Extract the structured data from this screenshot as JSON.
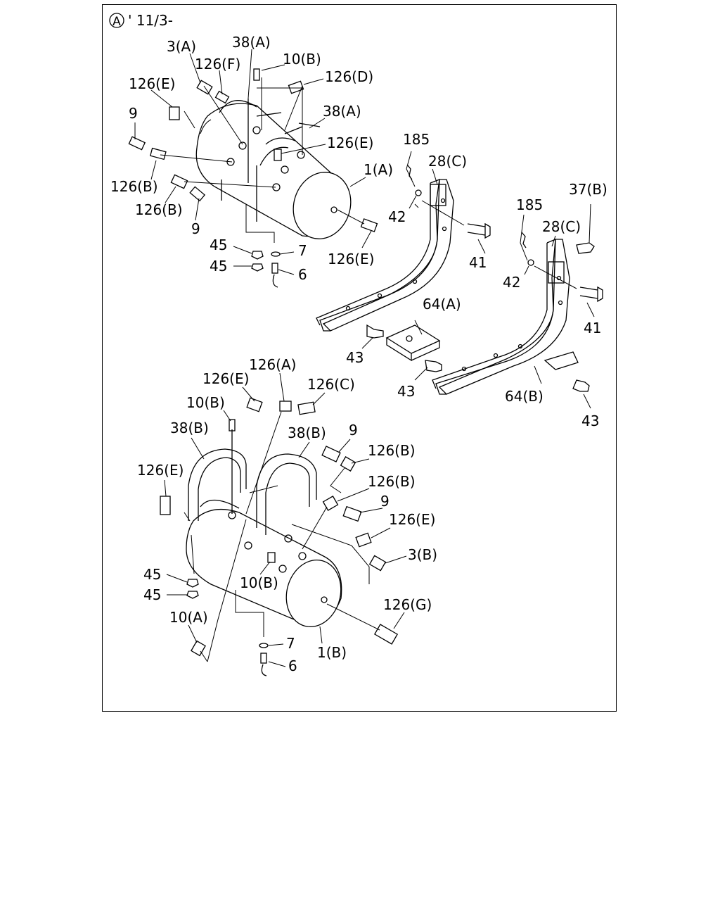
{
  "header": {
    "circle_letter": "A",
    "text": "' 11/3-"
  },
  "labels": {
    "a_3A": "3(A)",
    "a_38A_top": "38(A)",
    "a_10B": "10(B)",
    "a_126F": "126(F)",
    "a_126D": "126(D)",
    "a_126E_left": "126(E)",
    "a_38A_right": "38(A)",
    "a_9_left": "9",
    "a_126E_mid": "126(E)",
    "a_126B_1": "126(B)",
    "a_1A": "1(A)",
    "a_126B_2": "126(B)",
    "a_9_bottom": "9",
    "a_45_1": "45",
    "a_7": "7",
    "a_45_2": "45",
    "a_6": "6",
    "a_126E_bottom": "126(E)",
    "b_185_1": "185",
    "b_28C_1": "28(C)",
    "b_42_1": "42",
    "b_41_1": "41",
    "b_185_2": "185",
    "b_37B": "37(B)",
    "b_28C_2": "28(C)",
    "b_42_2": "42",
    "b_41_2": "41",
    "b_64A": "64(A)",
    "b_43_1": "43",
    "b_43_2": "43",
    "b_64B": "64(B)",
    "b_43_3": "43",
    "c_126A": "126(A)",
    "c_126E_top": "126(E)",
    "c_126C": "126(C)",
    "c_10B_top": "10(B)",
    "c_38B_left": "38(B)",
    "c_38B_right": "38(B)",
    "c_9_top": "9",
    "c_126B_1": "126(B)",
    "c_126E_left": "126(E)",
    "c_126B_2": "126(B)",
    "c_9_mid": "9",
    "c_126E_right": "126(E)",
    "c_3B": "3(B)",
    "c_45_1": "45",
    "c_10B_mid": "10(B)",
    "c_45_2": "45",
    "c_126G": "126(G)",
    "c_10A": "10(A)",
    "c_7": "7",
    "c_1B": "1(B)",
    "c_6": "6"
  }
}
